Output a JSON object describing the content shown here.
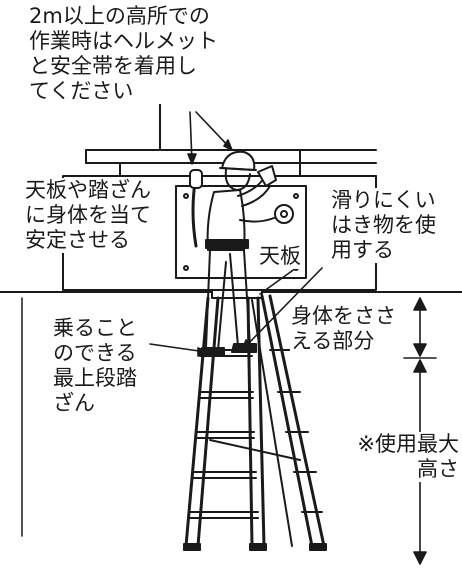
{
  "labels": {
    "helmet_harness": "2m以上の高所での\n作業時はヘルメット\nと安全帯を着用し\nてください",
    "stabilize": "天板や踏ざん\nに身体を当て\n安定させる",
    "nonslip": "滑りにくい\nはき物を使\n用する",
    "top_plate": "天板",
    "body_support": "身体をささ\nえる部分",
    "top_step": "乗ること\nのできる\n最上段踏\nざん",
    "max_height": "※使用最大\n高さ"
  }
}
